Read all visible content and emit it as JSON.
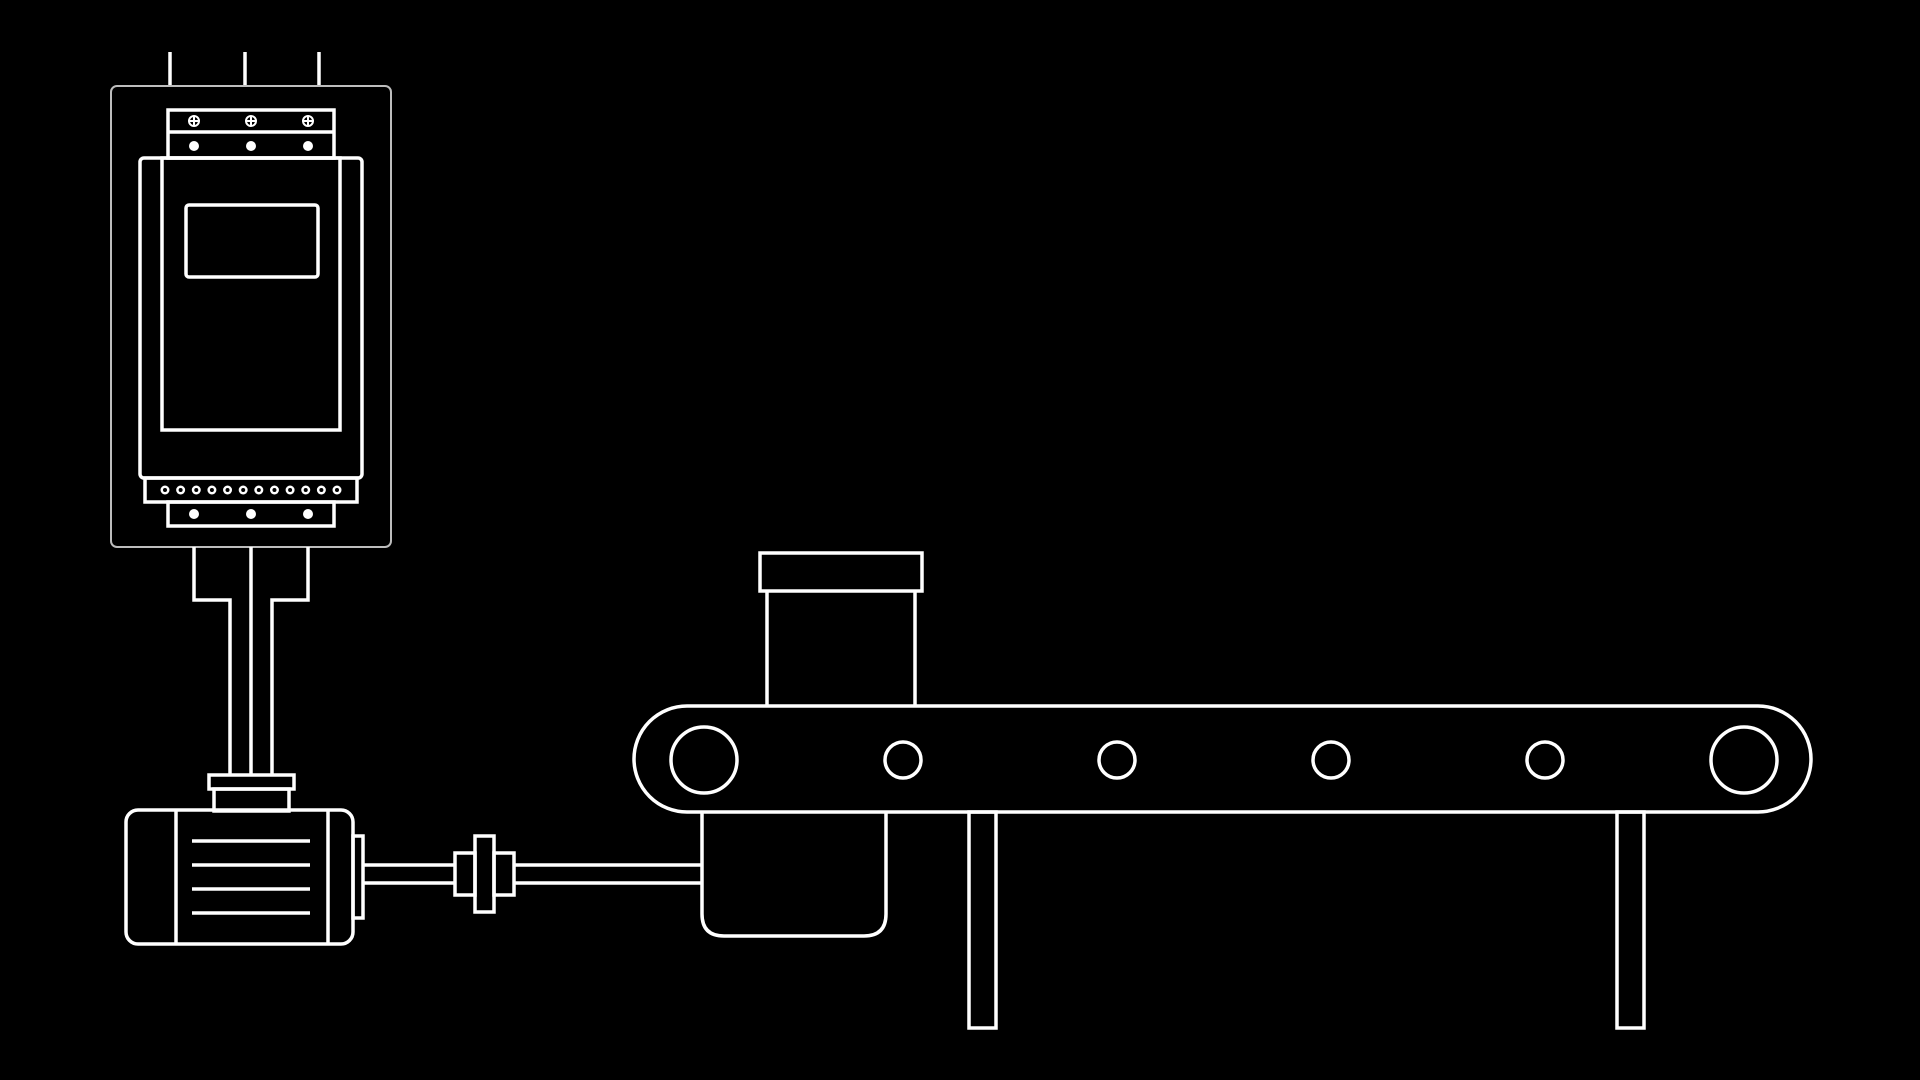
{
  "colors": {
    "background": "#000000",
    "stroke": "#ffffff",
    "panel_border": "#bdbdbd"
  },
  "diagram": {
    "components": [
      {
        "name": "motor-drive-controller",
        "icon": "vfd-drive-icon"
      },
      {
        "name": "electric-motor",
        "icon": "motor-icon"
      },
      {
        "name": "shaft-coupling",
        "icon": "coupling-icon"
      },
      {
        "name": "gearbox",
        "icon": "gearbox-icon"
      },
      {
        "name": "belt-conveyor",
        "icon": "conveyor-icon"
      },
      {
        "name": "product-box",
        "icon": "box-icon"
      }
    ],
    "terminal_block": {
      "screw_count": 12
    },
    "conveyor": {
      "idler_roller_count": 4
    }
  }
}
